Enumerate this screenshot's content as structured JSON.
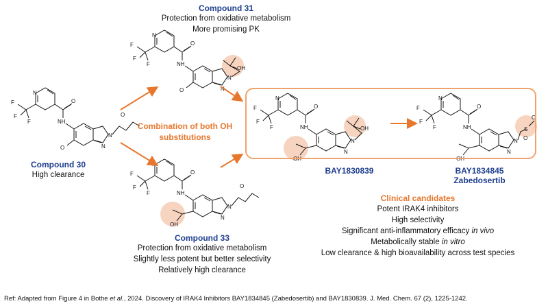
{
  "compound31": {
    "name": "Compound 31",
    "notes": [
      "Protection from oxidative metabolism",
      "More promising PK"
    ]
  },
  "compound30": {
    "name": "Compound 30",
    "notes": [
      "High clearance"
    ]
  },
  "compound33": {
    "name": "Compound 33",
    "notes": [
      "Protection from oxidative metabolism",
      "Slightly less potent but better selectivity",
      "Relatively high clearance"
    ]
  },
  "combination": {
    "line1": "Combination of both OH",
    "line2": "substitutions"
  },
  "bay1830839": {
    "name": "BAY1830839"
  },
  "bay1834845": {
    "name": "BAY1834845",
    "alias": "Zabedosertib"
  },
  "clinical": {
    "title": "Clinical candidates",
    "items": [
      {
        "text": "Potent IRAK4 inhibitors",
        "italic": ""
      },
      {
        "text": "High selectivity",
        "italic": ""
      },
      {
        "text": "Significant anti-inflammatory efficacy ",
        "italic": "in vivo"
      },
      {
        "text": "Metabolically stable ",
        "italic": "in vitro"
      },
      {
        "text": "Low clearance & high bioavailability across test species",
        "italic": ""
      }
    ]
  },
  "atoms": {
    "F": "F",
    "N": "N",
    "O": "O",
    "NH": "NH",
    "OH": "OH",
    "S": "S"
  },
  "reference": {
    "prefix": "Ref: Adapted from Figure 4 in Bothe ",
    "etal": "et al.",
    "suffix": ", 2024. Discovery of IRAK4 Inhibitors BAY1834845 (Zabedosertib) and BAY1830839. J. Med. Chem. 67 (2), 1225-1242."
  },
  "colors": {
    "accent": "#e8772e",
    "compound_name": "#1f3f8f",
    "highlight": "#f6d4bf",
    "box": "#f0a26b"
  }
}
